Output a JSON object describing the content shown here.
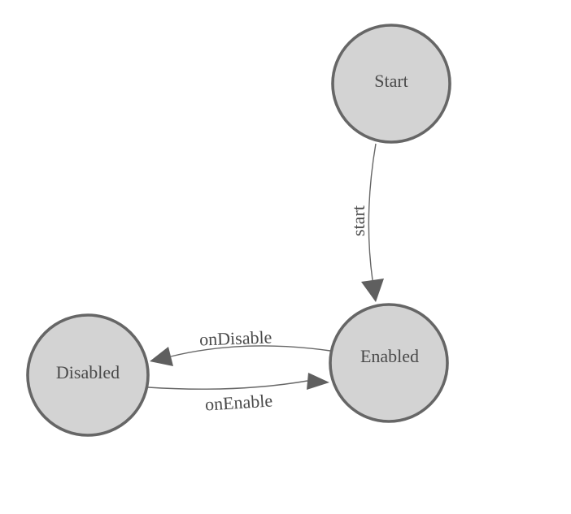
{
  "diagram": {
    "type": "state-machine",
    "background": "#ffffff",
    "colors": {
      "node_fill": "#d3d3d3",
      "node_stroke": "#666666",
      "edge_stroke": "#666666",
      "arrow_fill": "#5f5f5f",
      "label_color": "#4a4a4a"
    },
    "nodes": [
      {
        "id": "start",
        "label": "Start"
      },
      {
        "id": "enabled",
        "label": "Enabled"
      },
      {
        "id": "disabled",
        "label": "Disabled"
      }
    ],
    "edges": [
      {
        "from": "start",
        "to": "enabled",
        "label": "start"
      },
      {
        "from": "enabled",
        "to": "disabled",
        "label": "onDisable"
      },
      {
        "from": "disabled",
        "to": "enabled",
        "label": "onEnable"
      }
    ]
  }
}
